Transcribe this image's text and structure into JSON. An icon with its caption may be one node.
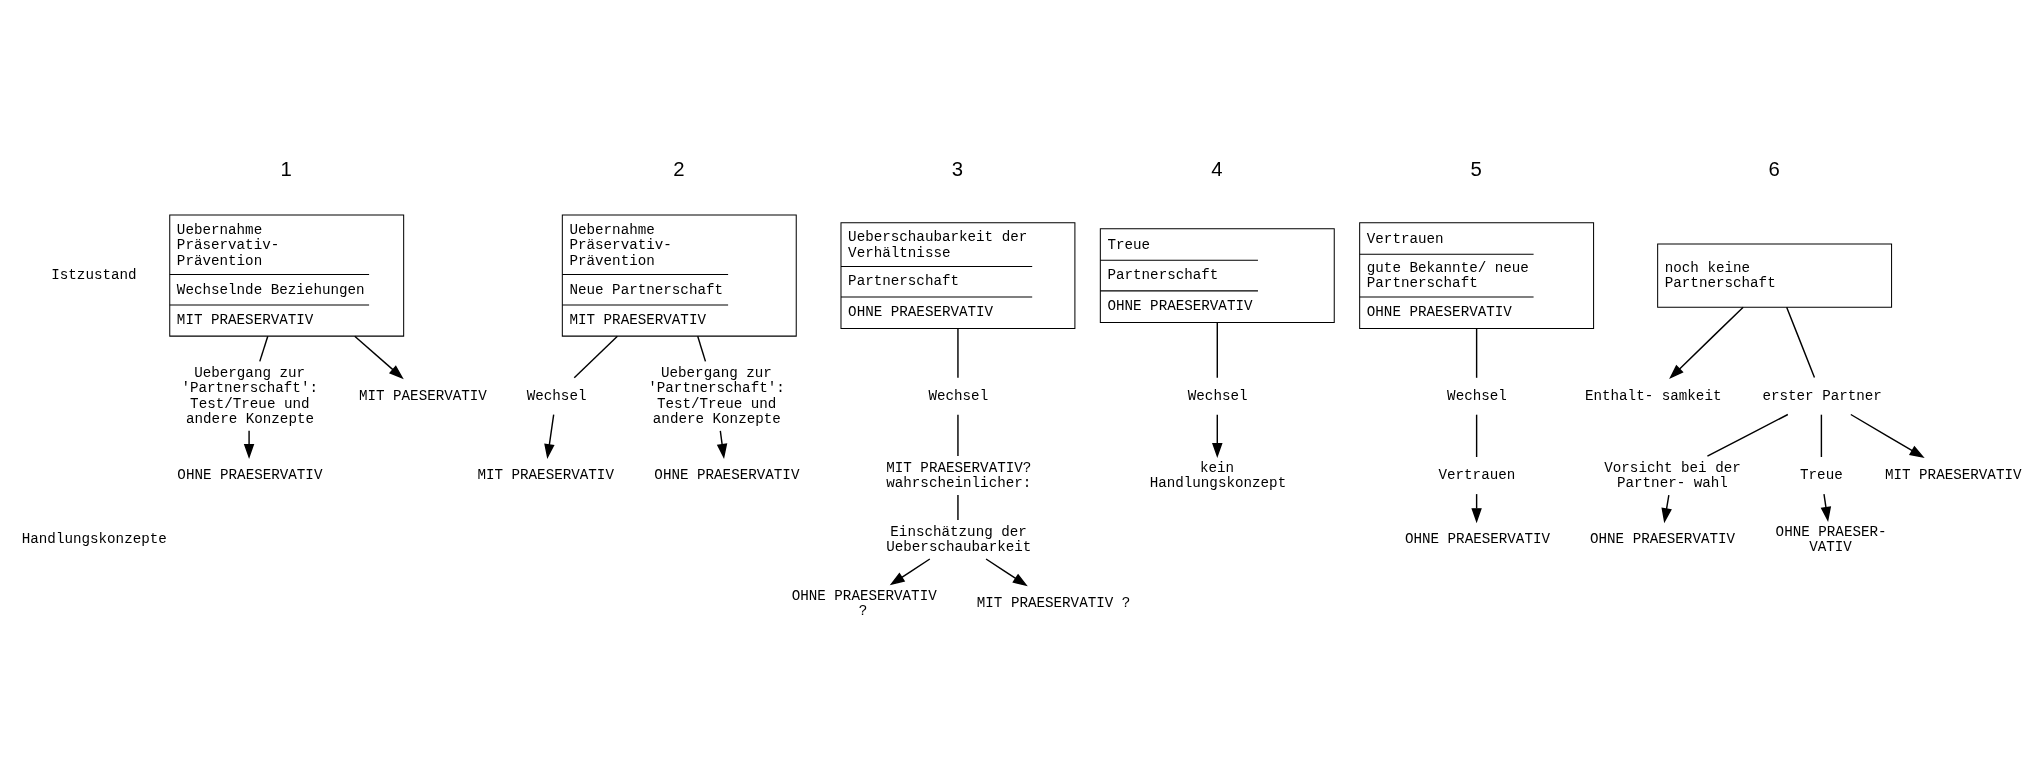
{
  "diagram": {
    "nodes": [
      {
        "text": [
          "Uebernahme Präservativ- Prävention",
          "Wechselnde Beziehungen",
          "MIT PRAESERVATIV"
        ]
      },
      {
        "text": [
          "MIT PAESERVATIV"
        ]
      },
      {
        "text": [
          "Uebergang zur 'Partnerschaft': Test/Treue und andere Konzepte"
        ]
      },
      {
        "text": [
          "OHNE PRAESERVATIV"
        ]
      },
      {
        "text": [
          "Uebernahme Präservativ- Prävention",
          "Neue Partnerschaft",
          "MIT PRAESERVATIV"
        ]
      },
      {
        "text": [
          "Wechsel"
        ]
      },
      {
        "text": [
          "MIT PRAESERVATIV"
        ]
      },
      {
        "text": [
          "Uebergang zur 'Partnerschaft': Test/Treue und andere Konzepte"
        ]
      },
      {
        "text": [
          "OHNE PRAESERVATIV"
        ]
      },
      {
        "text": [
          "Ueberschaubarkeit der Verhältnisse",
          "Partnerschaft",
          "OHNE PRAESERVATIV"
        ]
      },
      {
        "text": [
          "Wechsel"
        ]
      },
      {
        "text": [
          "MIT PRAESERVATIV? wahrscheinlicher:"
        ]
      },
      {
        "text": [
          "Einschätzung der Ueberschaubarkeit"
        ]
      },
      {
        "text": [
          "OHNE PRAESERVATIV ?"
        ]
      },
      {
        "text": [
          "MIT PRAESERVATIV ?"
        ]
      },
      {
        "text": [
          "Treue",
          "Partnerschaft",
          "OHNE PRAESERVATIV"
        ]
      },
      {
        "text": [
          "Wechsel"
        ]
      },
      {
        "text": [
          "kein Handlungskonzept"
        ]
      },
      {
        "text": [
          "Vertrauen",
          "gute Bekannte/ neue Partnerschaft",
          "OHNE PRAESERVATIV"
        ]
      },
      {
        "text": [
          "Wechsel"
        ]
      },
      {
        "text": [
          "Vertrauen"
        ]
      },
      {
        "text": [
          "OHNE PRAESERVATIV"
        ]
      },
      {
        "text": [
          "noch keine Partnerschaft"
        ]
      },
      {
        "text": [
          "Enthalt- samkeit"
        ]
      },
      {
        "text": [
          "erster Partner"
        ]
      },
      {
        "text": [
          "Vorsicht bei der Partner- wahl"
        ]
      },
      {
        "text": [
          "OHNE PRAESERVATIV"
        ]
      },
      {
        "text": [
          "Treue"
        ]
      },
      {
        "text": [
          "OHNE PRAESER- VATIV"
        ]
      },
      {
        "text": [
          "MIT PRAESERVATIV"
        ]
      }
    ],
    "edges": [
      {
        "from": 0,
        "to": 1,
        "arrow": "to"
      },
      {
        "from": 0,
        "to": 2,
        "arrow": "none"
      },
      {
        "from": 2,
        "to": 3,
        "arrow": "to"
      },
      {
        "from": 4,
        "to": 5,
        "arrow": "none"
      },
      {
        "from": 5,
        "to": 6,
        "arrow": "to"
      },
      {
        "from": 4,
        "to": 7,
        "arrow": "none"
      },
      {
        "from": 7,
        "to": 8,
        "arrow": "to"
      },
      {
        "from": 9,
        "to": 10,
        "arrow": "none"
      },
      {
        "from": 10,
        "to": 11,
        "arrow": "none"
      },
      {
        "from": 11,
        "to": 12,
        "arrow": "none"
      },
      {
        "from": 12,
        "to": 14,
        "arrow": "to"
      },
      {
        "from": 12,
        "to": 13,
        "arrow": "to"
      },
      {
        "from": 15,
        "to": 16,
        "arrow": "none"
      },
      {
        "from": 16,
        "to": 17,
        "arrow": "to"
      },
      {
        "from": 18,
        "to": 19,
        "arrow": "none"
      },
      {
        "from": 19,
        "to": 20,
        "arrow": "none"
      },
      {
        "from": 20,
        "to": 21,
        "arrow": "to"
      },
      {
        "from": 22,
        "to": 23,
        "arrow": "to"
      },
      {
        "from": 22,
        "to": 24,
        "arrow": "none"
      },
      {
        "from": 24,
        "to": 25,
        "arrow": "none"
      },
      {
        "from": 25,
        "to": 26,
        "arrow": "to"
      },
      {
        "from": 24,
        "to": 27,
        "arrow": "none"
      },
      {
        "from": 27,
        "to": 28,
        "arrow": "to"
      },
      {
        "from": 24,
        "to": 29,
        "arrow": "to"
      }
    ],
    "labels": [
      "1",
      "2",
      "3",
      "4",
      "5",
      "6",
      "Istzustand",
      "Handlungskonzepte"
    ]
  }
}
